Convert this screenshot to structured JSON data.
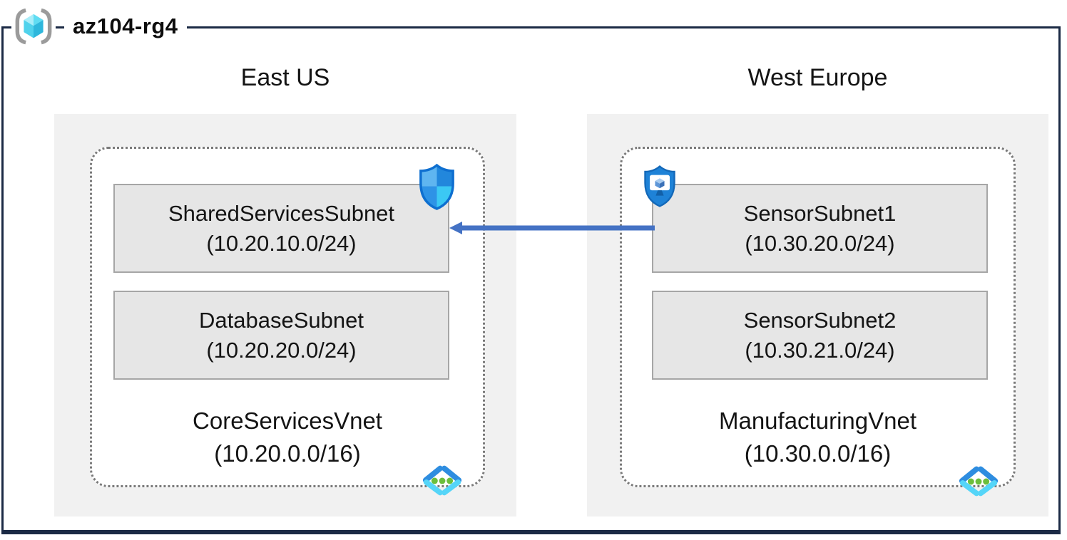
{
  "diagram": {
    "resource_group": {
      "name": "az104-rg4",
      "icon": "resource-group-icon"
    },
    "regions": [
      {
        "name": "East US",
        "vnet": {
          "name": "CoreServicesVnet",
          "cidr": "(10.20.0.0/16)",
          "icon": "virtual-network-icon"
        },
        "subnets": [
          {
            "name": "SharedServicesSubnet",
            "cidr": "(10.20.10.0/24)",
            "badge_icon": "network-security-group-shield-icon"
          },
          {
            "name": "DatabaseSubnet",
            "cidr": "(10.20.20.0/24)"
          }
        ]
      },
      {
        "name": "West Europe",
        "vnet": {
          "name": "ManufacturingVnet",
          "cidr": "(10.30.0.0/16)",
          "icon": "virtual-network-icon"
        },
        "subnets": [
          {
            "name": "SensorSubnet1",
            "cidr": "(10.30.20.0/24)",
            "badge_icon": "application-security-group-shield-icon"
          },
          {
            "name": "SensorSubnet2",
            "cidr": "(10.30.21.0/24)"
          }
        ]
      }
    ],
    "connection": {
      "type": "arrow",
      "from": "SensorSubnet1",
      "to": "SharedServicesSubnet",
      "direction": "right-to-left",
      "color": "#4472C4"
    },
    "colors": {
      "frame_border": "#1B2A45",
      "region_fill": "#F1F1F1",
      "subnet_fill": "#E6E6E6",
      "subnet_border": "#A6A6A6",
      "vnet_dotted_border": "#7A7A7A",
      "arrow": "#4472C4",
      "shield_medium_blue": "#2287DC",
      "shield_light_blue": "#5FB5F0",
      "shield_cyan": "#3BC8F4",
      "asg_shield_fill": "#1E82D7",
      "vnet_chevron_blue": "#2E8DE0",
      "vnet_chevron_cyan": "#55D5F8",
      "vnet_dot_green": "#6CBE3C",
      "rg_cube_cyan": "#50D2EC",
      "rg_bracket_gray": "#9B9B9B"
    }
  }
}
